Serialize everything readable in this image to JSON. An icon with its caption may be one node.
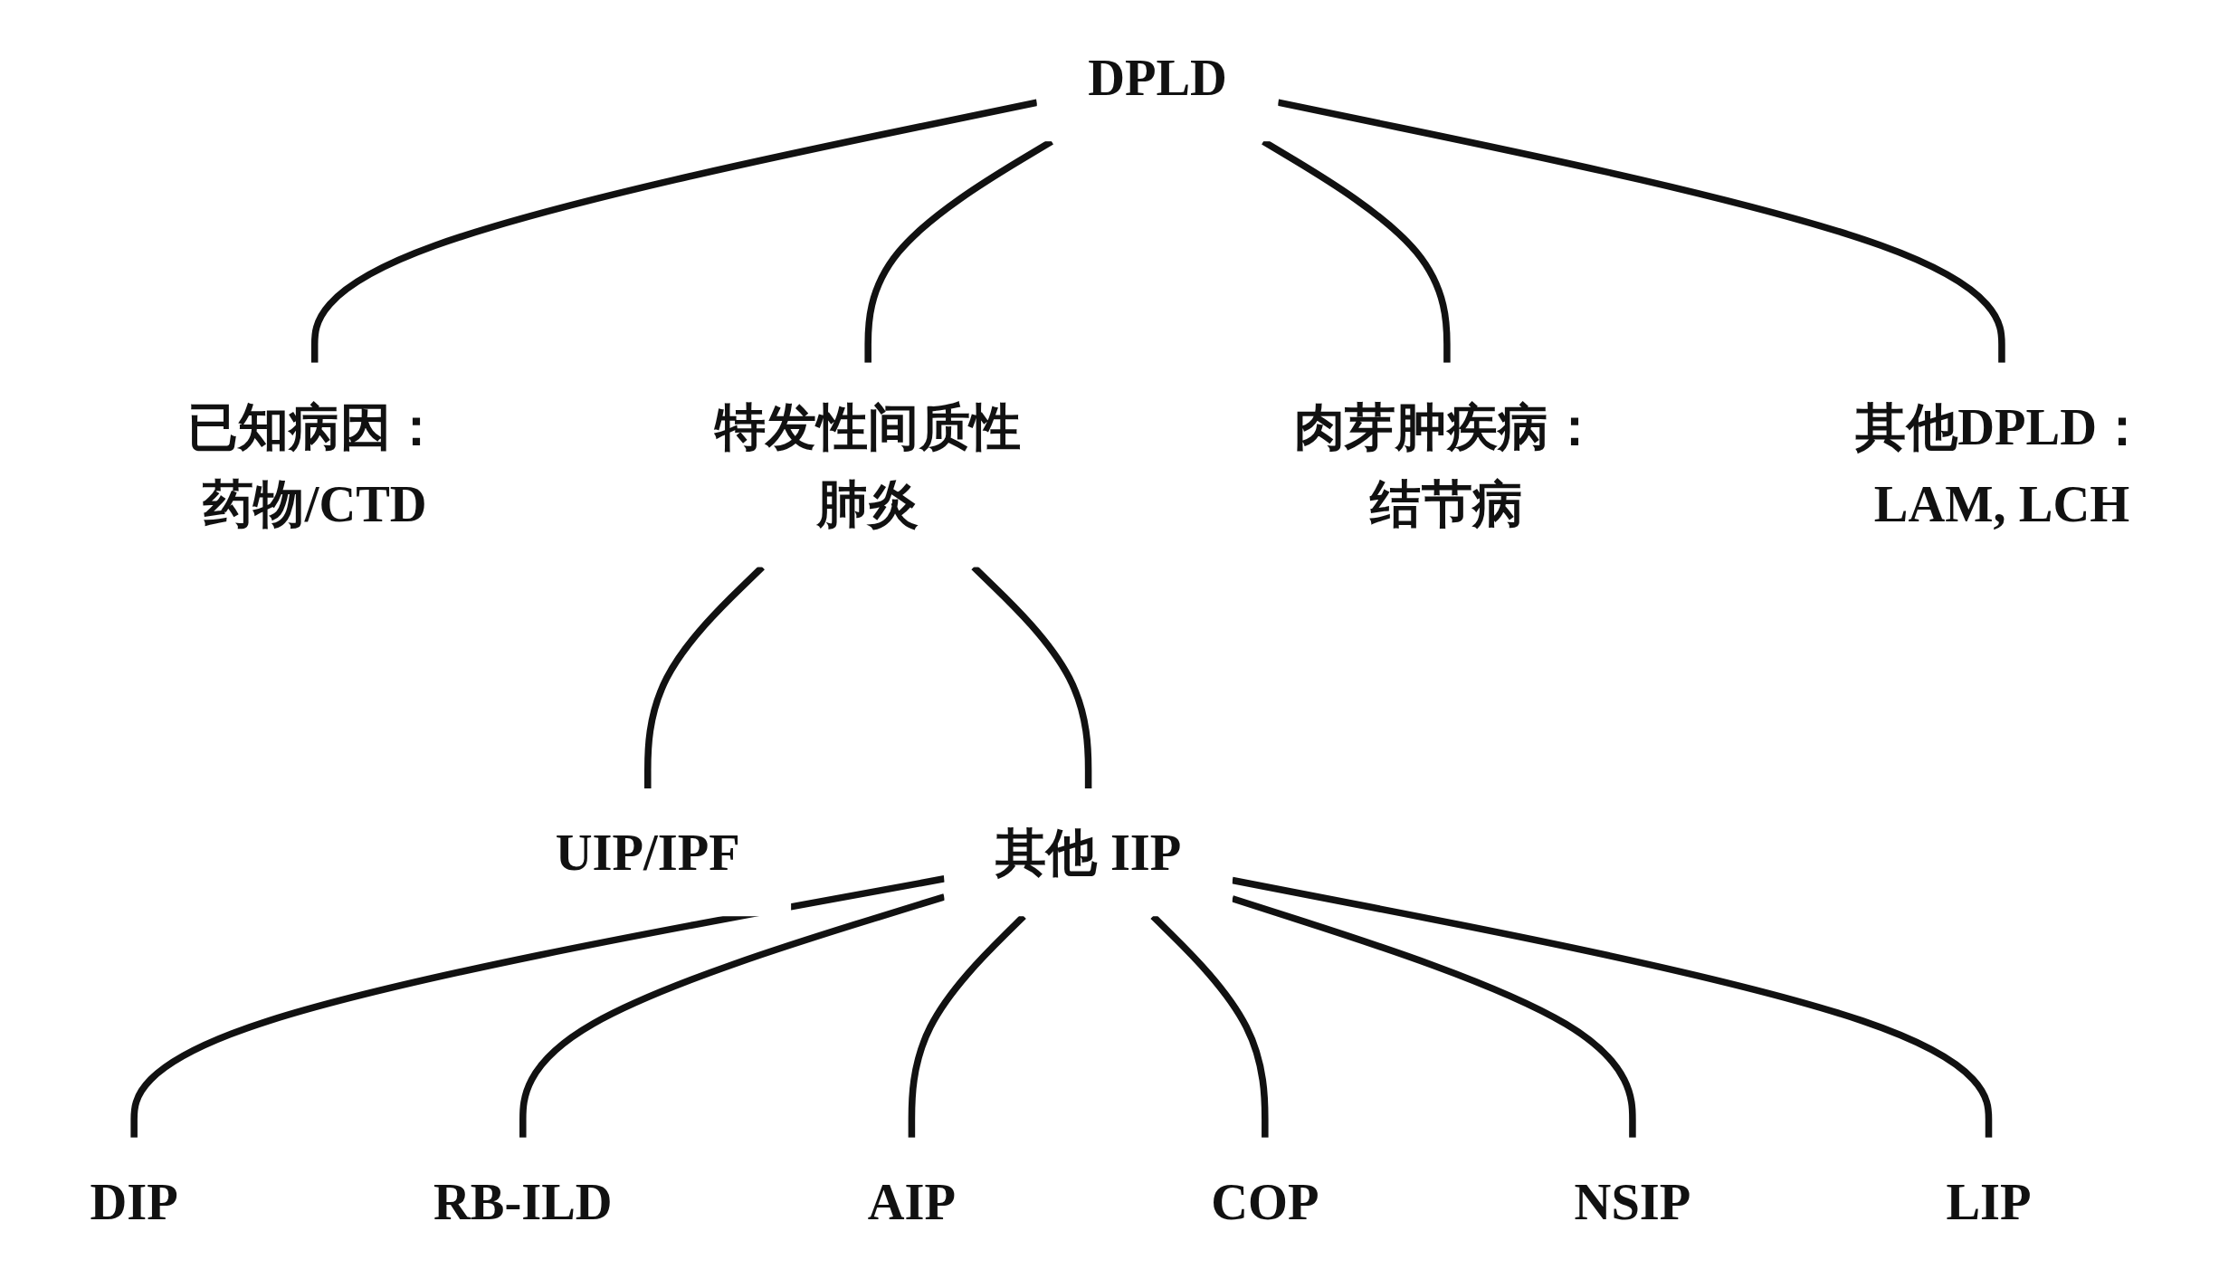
{
  "diagram": {
    "nodes": [
      {
        "text": [
          "DPLD"
        ]
      },
      {
        "text": [
          "已知病因：",
          "药物/CTD"
        ]
      },
      {
        "text": [
          "特发性间质性肺炎"
        ]
      },
      {
        "text": [
          "肉芽肿疾病：",
          "结节病"
        ]
      },
      {
        "text": [
          "其他DPLD：",
          "LAM, LCH"
        ]
      },
      {
        "text": [
          "UIP/IPF"
        ]
      },
      {
        "text": [
          "其他 IIP"
        ]
      },
      {
        "text": [
          "DIP"
        ]
      },
      {
        "text": [
          "RB-ILD"
        ]
      },
      {
        "text": [
          "AIP"
        ]
      },
      {
        "text": [
          "COP"
        ]
      },
      {
        "text": [
          "NSIP"
        ]
      },
      {
        "text": [
          "LIP"
        ]
      }
    ],
    "edges": [
      {
        "from": 0,
        "to": 1,
        "arrow": "none"
      },
      {
        "from": 0,
        "to": 2,
        "arrow": "none"
      },
      {
        "from": 0,
        "to": 3,
        "arrow": "none"
      },
      {
        "from": 0,
        "to": 4,
        "arrow": "none"
      },
      {
        "from": 2,
        "to": 5,
        "arrow": "none"
      },
      {
        "from": 2,
        "to": 6,
        "arrow": "none"
      },
      {
        "from": 6,
        "to": 7,
        "arrow": "none"
      },
      {
        "from": 6,
        "to": 8,
        "arrow": "none"
      },
      {
        "from": 6,
        "to": 9,
        "arrow": "none"
      },
      {
        "from": 6,
        "to": 10,
        "arrow": "none"
      },
      {
        "from": 6,
        "to": 11,
        "arrow": "none"
      },
      {
        "from": 6,
        "to": 12,
        "arrow": "none"
      }
    ]
  }
}
